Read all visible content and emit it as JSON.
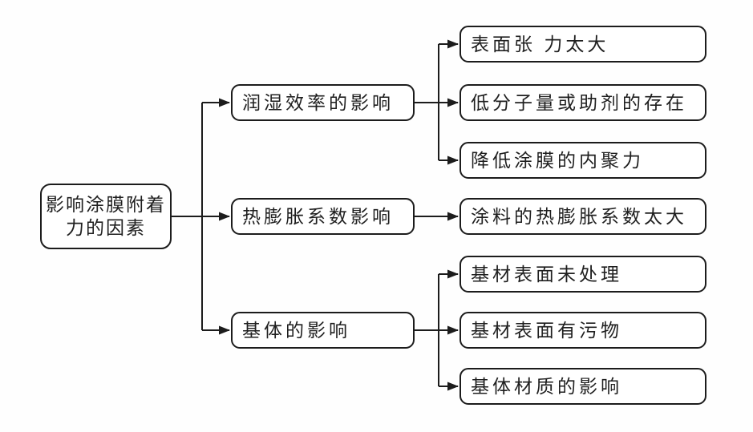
{
  "diagram": {
    "root": {
      "label": "影响涂膜附着\n力的因素"
    },
    "branches": [
      {
        "label": "润湿效率的影响",
        "children": [
          "表面张 力太大",
          "低分子量或助剂的存在",
          "降低涂膜的内聚力"
        ]
      },
      {
        "label": "热膨胀系数影响",
        "children": [
          "涂料的热膨胀系数太大"
        ]
      },
      {
        "label": "基体的影响",
        "children": [
          "基材表面未处理",
          "基材表面有污物",
          "基体材质的影响"
        ]
      }
    ],
    "colors": {
      "line": "#1c1c1c",
      "box_border": "#1c1c1c",
      "box_fill": "#ffffff",
      "text": "#1f1f1f",
      "background": "#fefefe"
    }
  }
}
